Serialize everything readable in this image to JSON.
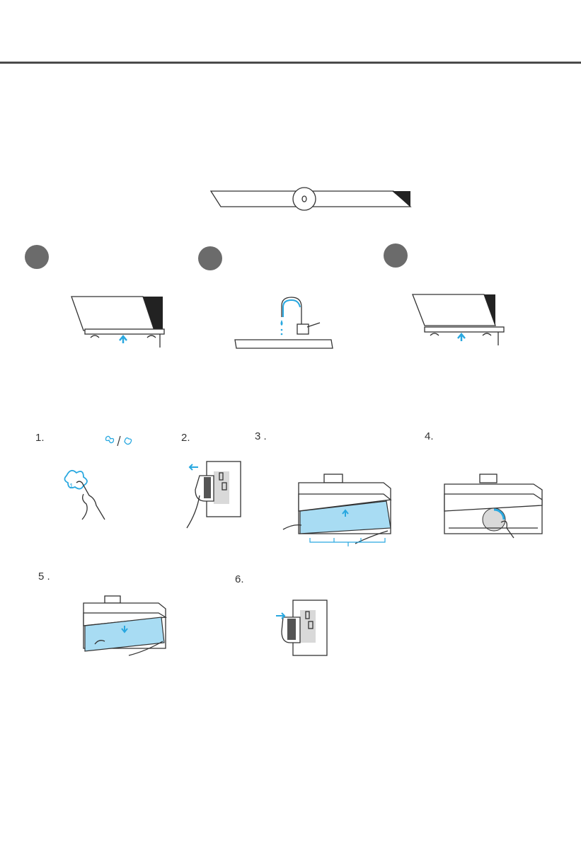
{
  "header": {
    "divider": true
  },
  "overview": {
    "icon": "range-hood-filter-icon"
  },
  "circle_steps": [
    {
      "icon": "remove-filter-icon"
    },
    {
      "icon": "wash-filter-faucet-icon"
    },
    {
      "icon": "install-filter-icon"
    }
  ],
  "steps": [
    {
      "number": "1.",
      "icon": "fan-button-icon"
    },
    {
      "number": "2.",
      "icon": "unplug-icon"
    },
    {
      "number": "3 .",
      "icon": "open-panel-icon"
    },
    {
      "number": "4.",
      "icon": "clean-fan-icon"
    },
    {
      "number": "5 .",
      "icon": "close-panel-icon"
    },
    {
      "number": "6.",
      "icon": "plug-in-icon"
    }
  ],
  "colors": {
    "accent": "#29a8e0",
    "fill": "#a8dcf3",
    "badge": "#6b6b6b",
    "rule": "#4a4a4a"
  }
}
